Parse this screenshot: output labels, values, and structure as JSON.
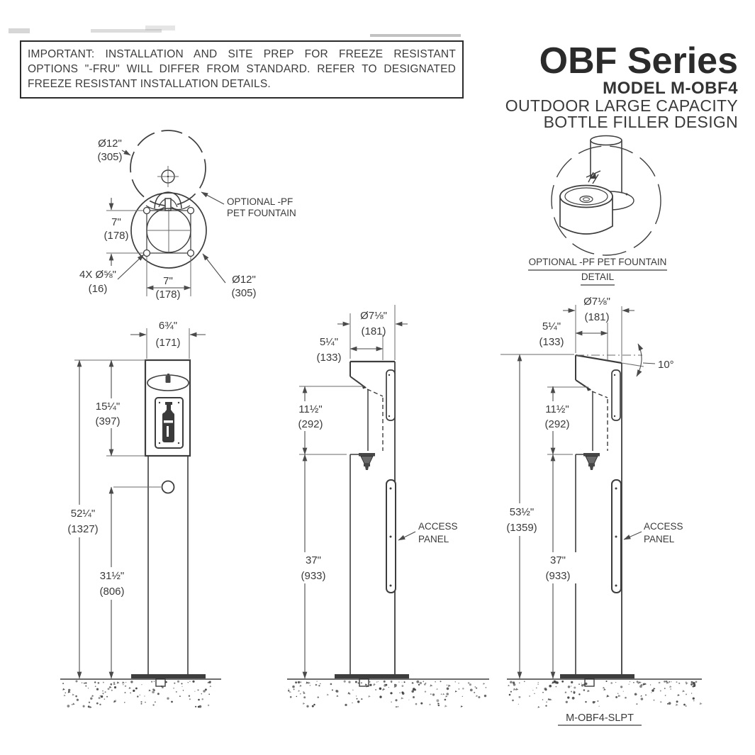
{
  "notice": {
    "lines": [
      "IMPORTANT: INSTALLATION AND SITE PREP FOR FREEZE RESISTANT",
      "OPTIONS \"-FRU\" WILL DIFFER FROM STANDARD. REFER TO DESIGNATED",
      "FREEZE RESISTANT INSTALLATION DETAILS."
    ]
  },
  "title_block": {
    "series": "OBF Series",
    "model": "MODEL M-OBF4",
    "subtitle1": "OUTDOOR LARGE CAPACITY",
    "subtitle2": "BOTTLE FILLER DESIGN"
  },
  "top_view": {
    "dim_diameter_top": {
      "l1": "Ø12\"",
      "l2": "(305)"
    },
    "label_pet": {
      "l1": "OPTIONAL -PF",
      "l2": "PET FOUNTAIN"
    },
    "dim_vertical": {
      "l1": "7\"",
      "l2": "(178)"
    },
    "dim_bolts": {
      "l1": "4X Ø⅝\"",
      "l2": "(16)"
    },
    "dim_horizontal": {
      "l1": "7\"",
      "l2": "(178)"
    },
    "dim_diameter_bottom": {
      "l1": "Ø12\"",
      "l2": "(305)"
    }
  },
  "pet_detail": {
    "caption": "OPTIONAL -PF PET FOUNTAIN",
    "detail": "DETAIL"
  },
  "front_view": {
    "dim_width": {
      "l1": "6¾\"",
      "l2": "(171)"
    },
    "dim_upper": {
      "l1": "15¼\"",
      "l2": "(397)"
    },
    "dim_total": {
      "l1": "52¼\"",
      "l2": "(1327)"
    },
    "dim_button": {
      "l1": "31½\"",
      "l2": "(806)"
    }
  },
  "side_view": {
    "dim_diameter": {
      "l1": "Ø7⅛\"",
      "l2": "(181)"
    },
    "dim_offset": {
      "l1": "5¼\"",
      "l2": "(133)"
    },
    "dim_recess": {
      "l1": "11½\"",
      "l2": "(292)"
    },
    "dim_height": {
      "l1": "37\"",
      "l2": "(933)"
    },
    "access": {
      "l1": "ACCESS",
      "l2": "PANEL"
    }
  },
  "tilted_view": {
    "dim_diameter": {
      "l1": "Ø7⅛\"",
      "l2": "(181)"
    },
    "dim_offset": {
      "l1": "5¼\"",
      "l2": "(133)"
    },
    "dim_angle": "10°",
    "dim_recess": {
      "l1": "11½\"",
      "l2": "(292)"
    },
    "dim_height": {
      "l1": "37\"",
      "l2": "(933)"
    },
    "dim_total": {
      "l1": "53½\"",
      "l2": "(1359)"
    },
    "access": {
      "l1": "ACCESS",
      "l2": "PANEL"
    },
    "caption": "M-OBF4-SLPT"
  },
  "colors": {
    "line": "#3d3d3d",
    "dimension": "#4a4a4a",
    "text": "#3a3a3a"
  }
}
